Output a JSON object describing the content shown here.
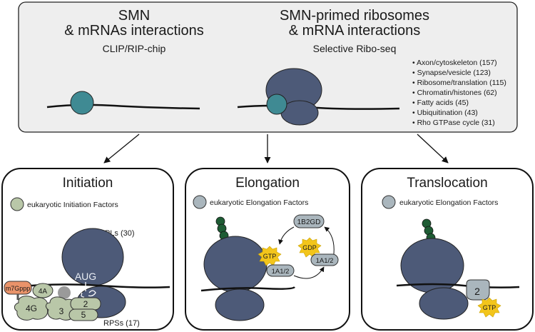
{
  "top": {
    "left_title_1": "SMN",
    "left_title_2": "& mRNAs interactions",
    "left_subtitle": "CLIP/RIP-chip",
    "right_title_1": "SMN-primed ribosomes",
    "right_title_2": "& mRNA interactions",
    "right_subtitle": "Selective Ribo-seq",
    "categories": [
      "• Axon/cytoskeleton (157)",
      "• Synapse/vesicle (123)",
      "• Ribosome/translation (115)",
      "• Chromatin/histones (62)",
      "• Fatty acids (45)",
      "• Ubiquitination (43)",
      "• Rho GTPase cycle (31)"
    ]
  },
  "panels": {
    "initiation": {
      "title": "Initiation",
      "legend": "eukaryotic Initiation Factors",
      "rpl": "RPLs (30)",
      "rps": "RPSs (17)",
      "cap": "m7Gppp",
      "aug": "AUG",
      "factors": [
        "4A",
        "4G",
        "3",
        "2",
        "5"
      ]
    },
    "elongation": {
      "title": "Elongation",
      "legend": "eukaryotic Elongation Factors",
      "gef": "1B2GD",
      "gtp": "GTP",
      "gdp": "GDP",
      "ef_left": "1A1/2",
      "ef_right": "1A1/2"
    },
    "translocation": {
      "title": "Translocation",
      "legend": "eukaryotic Elongation Factors",
      "ef2": "2",
      "gtp": "GTP"
    }
  },
  "colors": {
    "ribosome": "#4d5a78",
    "smn": "#3f8a93",
    "initiation_factor": "#b9c7a8",
    "elongation_factor": "#aab6bd",
    "gtp": "#f3c51b",
    "trna": "#1e5c34",
    "cap": "#e9936a",
    "box_fill": "#eeeeee"
  }
}
